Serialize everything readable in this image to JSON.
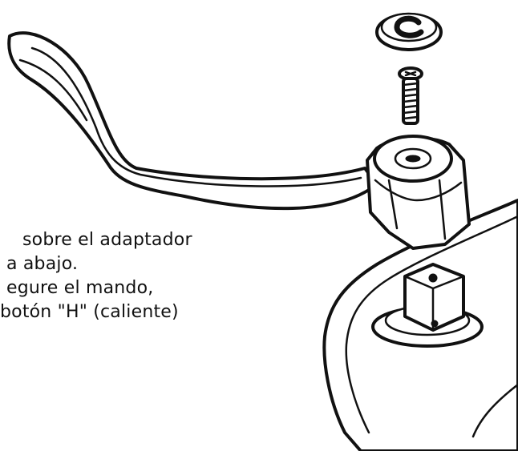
{
  "instructions": {
    "lines": [
      "sobre el adaptador",
      "a abajo.",
      "egure el mando,",
      "botón \"H\" (caliente)"
    ]
  },
  "parts": {
    "cap": "index-cap-icon",
    "screw": "screw-icon",
    "handle": "lever-handle-icon",
    "adapter": "valve-adapter-icon",
    "faucet_body": "faucet-body-icon"
  }
}
